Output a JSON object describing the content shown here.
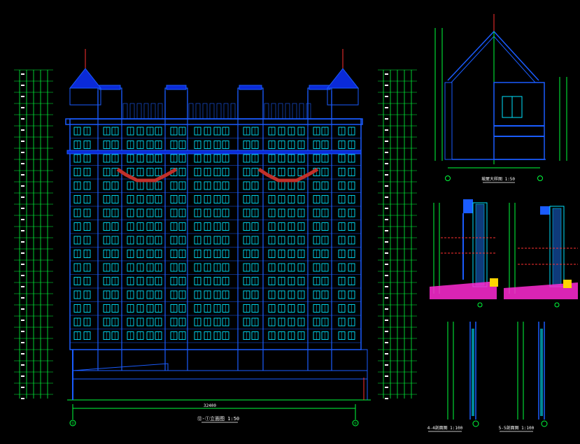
{
  "drawing": {
    "background": "#000000",
    "colors": {
      "outline": "#1a5cff",
      "window": "#00e5ff",
      "dim": "#00ff3c",
      "text": "#ffffff",
      "accent": "#ff3030",
      "soil": "#ff2ad4",
      "tower": "#0a2ad8"
    },
    "labels": {
      "main_elevation_title": "⑫-①立面图 1:50",
      "main_width_dim": "32400",
      "tower_detail_title": "坡屋大样图 1:50",
      "section_4_title": "4-4剖面图 1:100",
      "section_5_title": "5-5剖面图 1:100",
      "axis_left": "⑫",
      "axis_right": "①"
    },
    "floors": 16
  }
}
